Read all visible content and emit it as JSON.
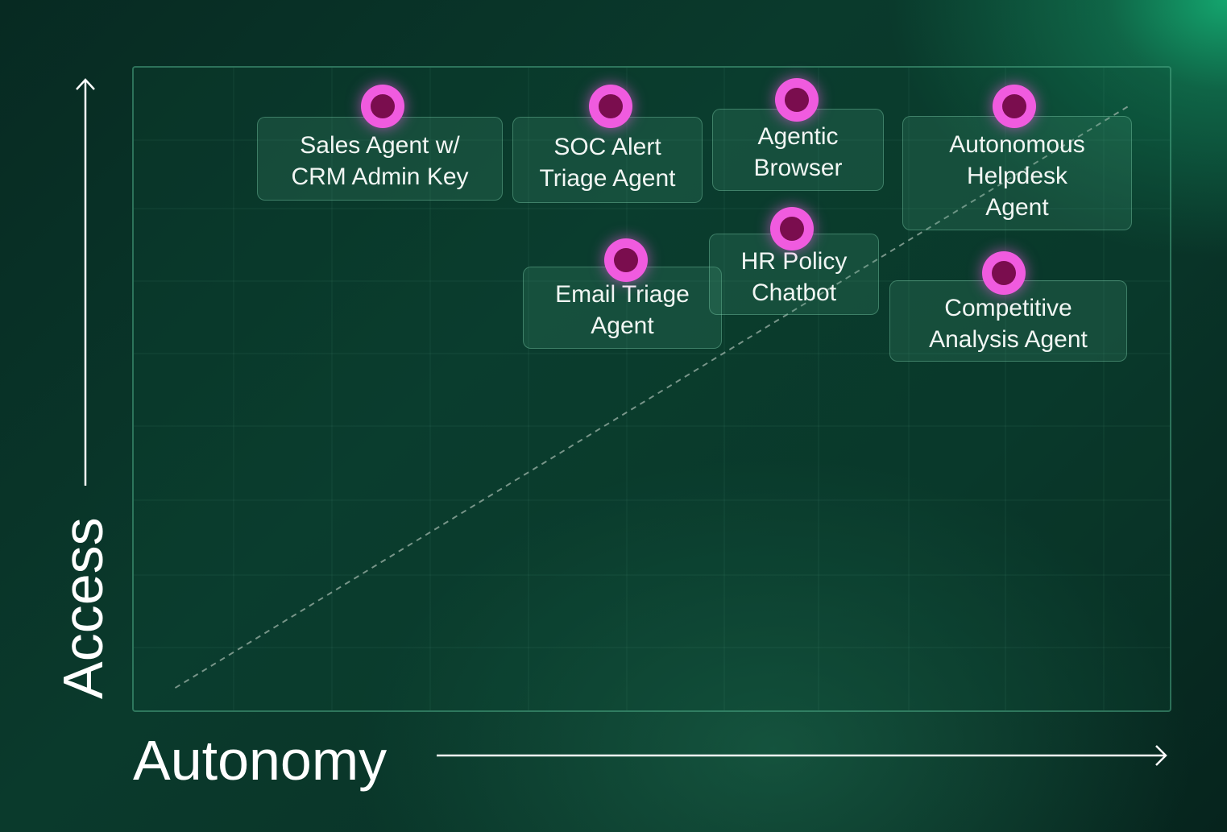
{
  "chart_data": {
    "type": "scatter",
    "title": "",
    "xlabel": "Autonomy",
    "ylabel": "Access",
    "xlim": [
      0,
      10
    ],
    "ylim": [
      0,
      10
    ],
    "grid": true,
    "reference_line": {
      "style": "dashed",
      "from": [
        0.4,
        0.35
      ],
      "to": [
        9.6,
        9.4
      ]
    },
    "points": [
      {
        "label": "Sales Agent w/\nCRM Admin Key",
        "x": 2.4,
        "y": 9.4
      },
      {
        "label": "SOC Alert\nTriage Agent",
        "x": 4.6,
        "y": 9.4
      },
      {
        "label": "Agentic\nBrowser",
        "x": 6.4,
        "y": 9.5
      },
      {
        "label": "Autonomous\nHelpdesk\nAgent",
        "x": 8.5,
        "y": 9.4
      },
      {
        "label": "Email Triage\nAgent",
        "x": 4.75,
        "y": 7.0
      },
      {
        "label": "HR Policy\nChatbot",
        "x": 6.35,
        "y": 7.5
      },
      {
        "label": "Competitive\nAnalysis Agent",
        "x": 8.4,
        "y": 6.8
      }
    ]
  },
  "colors": {
    "marker_outer": "#f05bdf",
    "marker_inner": "#7a0d4e",
    "axis": "#ffffff",
    "reference_line": "#9db3a8"
  }
}
